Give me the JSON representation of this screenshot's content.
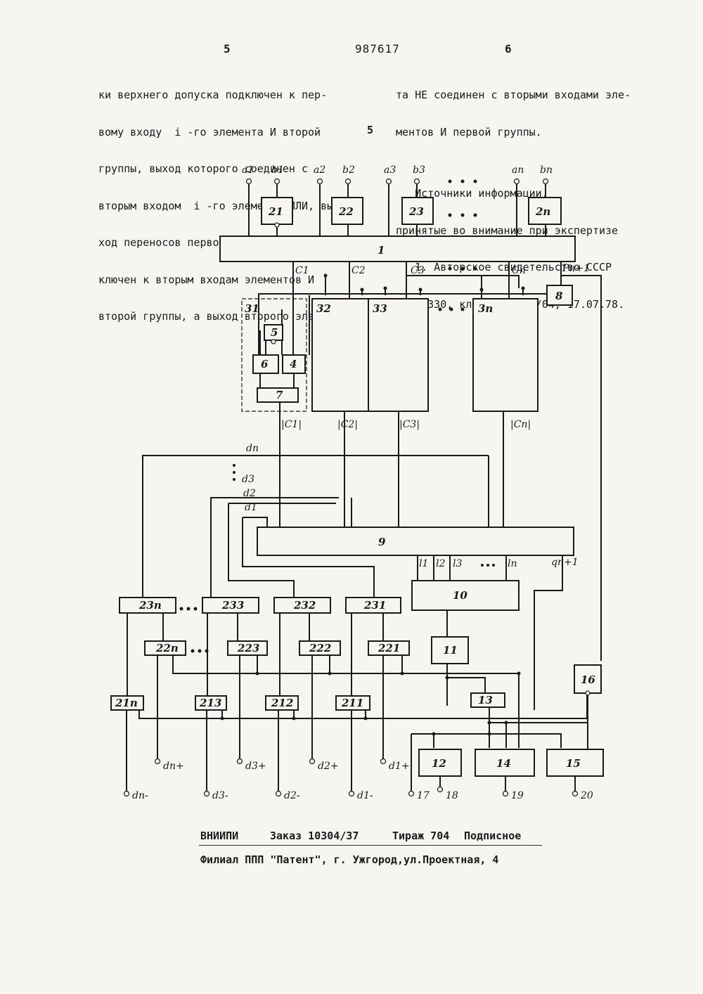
{
  "header": {
    "page_left": "5",
    "patent_number": "987617",
    "page_right": "6"
  },
  "left_column": [
    "ки верхнего допуска подключен к пер-",
    "вому входу  i -го элемента И второй",
    "группы, выход которого соединен с",
    "вторым входом  i -го элемента ИЛИ, вы-",
    "ход переносов первого сумматора под-",
    "ключен к вторым входам элементов И",
    "второй группы, а выход второго элемен-"
  ],
  "line_marker": "5",
  "right_column": [
    "та НЕ соединен с вторыми входами эле-",
    "ментов И первой группы.",
    "",
    "   Источники информации,",
    "принятые во внимание при экспертизе",
    "   1. Авторское свидетельство СССР",
    "№ 752330, кл. G 06 F 7/04, 17.07.78."
  ],
  "diagram": {
    "inputs": [
      "a1",
      "b1",
      "a2",
      "b2",
      "a3",
      "b3",
      "an",
      "bn"
    ],
    "blocks": [
      "1",
      "21",
      "22",
      "23",
      "2n",
      "31",
      "32",
      "33",
      "3n",
      "4",
      "5",
      "6",
      "7",
      "8",
      "9",
      "10",
      "11",
      "12",
      "13",
      "14",
      "15",
      "16",
      "21n",
      "213",
      "212",
      "211",
      "22n",
      "223",
      "222",
      "221",
      "23n",
      "233",
      "232",
      "231"
    ],
    "signals": [
      "C1",
      "C2",
      "C3",
      "Cn",
      "Pn+1",
      "|C1|",
      "|C2|",
      "|C3|",
      "|Cn|",
      "dn",
      "d3",
      "d2",
      "d1",
      "l1",
      "l2",
      "l3",
      "ln",
      "qn+1"
    ],
    "outputs": [
      "dn+",
      "d3+",
      "d2+",
      "d1+",
      "dn-",
      "d3-",
      "d2-",
      "d1-",
      "17",
      "18",
      "19",
      "20"
    ]
  },
  "footer": {
    "org": "ВНИИПИ",
    "order": "Заказ 10304/37",
    "print_run": "Тираж 704",
    "type": "Подписное",
    "branch": "Филиал ППП \"Патент\", г. Ужгород,ул.Проектная, 4"
  }
}
